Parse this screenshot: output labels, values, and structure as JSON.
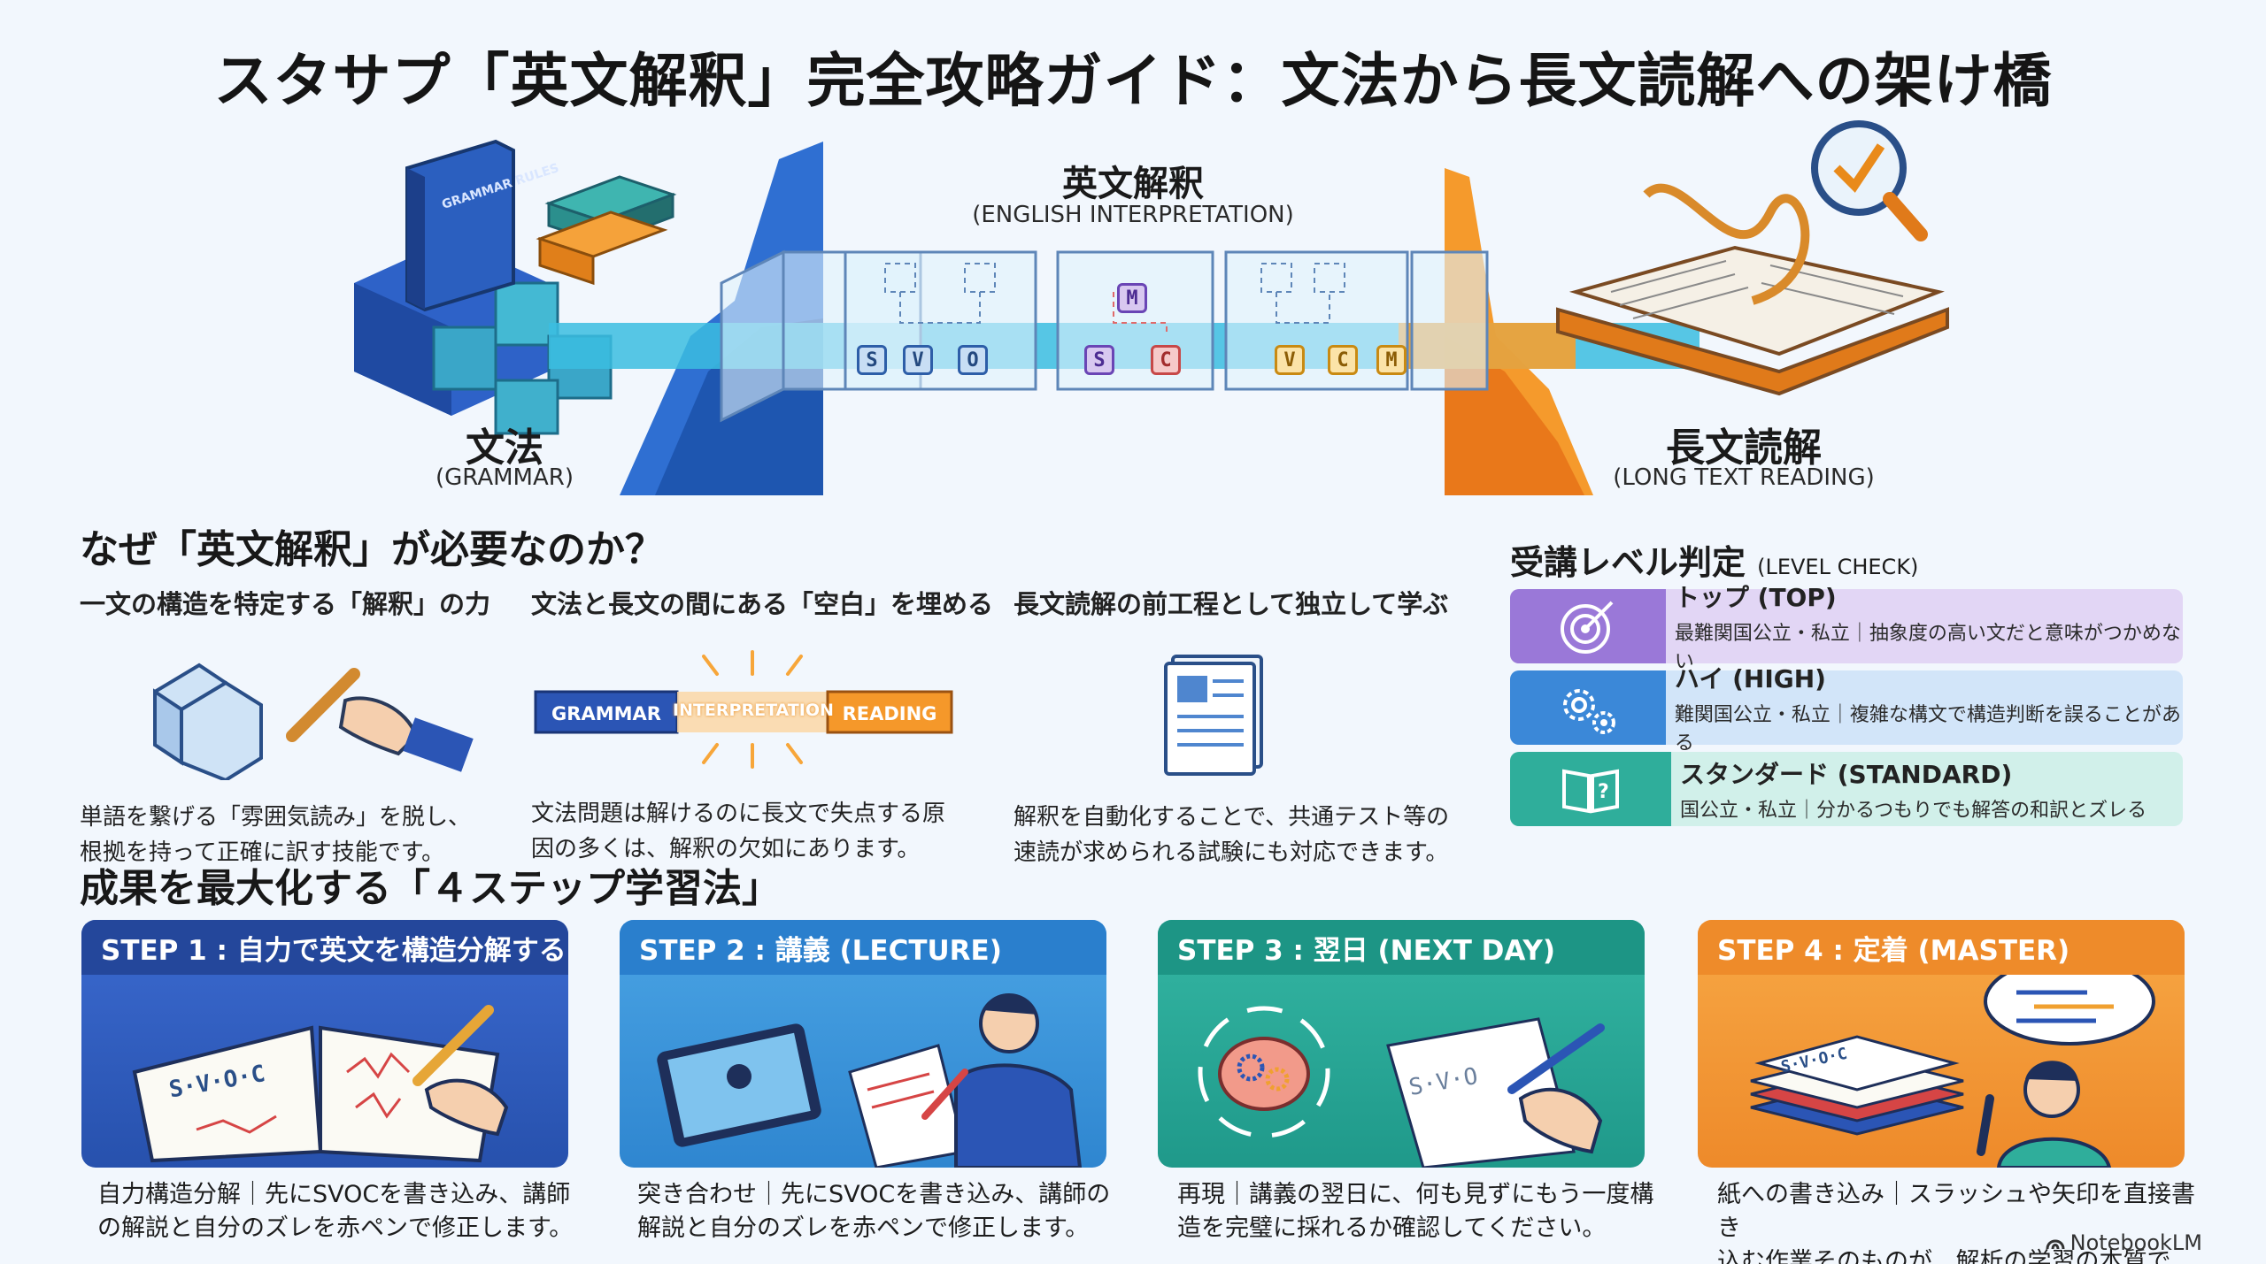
{
  "title": "スタサプ「英文解釈」完全攻略ガイド：文法から長文読解への架け橋",
  "hero": {
    "left_label": "文法",
    "left_sub": "(GRAMMAR)",
    "center_label": "英文解釈",
    "center_sub": "(ENGLISH INTERPRETATION)",
    "right_label": "長文読解",
    "right_sub": "(LONG TEXT READING)",
    "book_spine": "GRAMMAR RULES",
    "chips_1": [
      "S",
      "V",
      "O"
    ],
    "chips_2_top": "M",
    "chips_2": [
      "S",
      "C"
    ],
    "chips_3": [
      "V",
      "C",
      "M"
    ]
  },
  "why": {
    "heading": "なぜ「英文解釈」が必要なのか？",
    "columns": [
      {
        "title": "一文の構造を特定する「解釈」の力",
        "body_line1": "単語を繋げる「雰囲気読み」を脱し、",
        "body_line2": "根拠を持って正確に訳す技能です。",
        "icon": "pen-writing-icon"
      },
      {
        "title": "文法と長文の間にある「空白」を埋める",
        "body_line1": "文法問題は解けるのに長文で失点する原",
        "body_line2": "因の多くは、解釈の欠如にあります。",
        "icon": "bridge-blocks-icon",
        "blocks": [
          "GRAMMAR",
          "INTERPRETATION",
          "READING"
        ]
      },
      {
        "title": "長文読解の前工程として独立して学ぶ",
        "body_line1": "解釈を自動化することで、共通テスト等の",
        "body_line2": "速読が求められる試験にも対応できます。",
        "icon": "document-icon"
      }
    ]
  },
  "level_check": {
    "heading": "受講レベル判定",
    "heading_sub": "(LEVEL CHECK)",
    "levels": [
      {
        "name": "トップ (TOP)",
        "desc": "最難関国公立・私立｜抽象度の高い文だと意味がつかめない",
        "icon": "target-icon",
        "color": "#a98be0",
        "bg": "#e4d8f7"
      },
      {
        "name": "ハイ (HIGH)",
        "desc": "難関国公立・私立｜複雑な構文で構造判断を誤ることがある",
        "icon": "gears-icon",
        "color": "#3f8fe0",
        "bg": "#d3e6fa"
      },
      {
        "name": "スタンダード (STANDARD)",
        "desc": "国公立・私立｜分かるつもりでも解答の和訳とズレる",
        "icon": "open-book-question-icon",
        "color": "#35b7a3",
        "bg": "#d3f1eb"
      }
    ]
  },
  "steps": {
    "heading": "成果を最大化する「４ステップ学習法」",
    "items": [
      {
        "header": "STEP 1 : 自力で英文を構造分解する",
        "body_line1": "自力構造分解｜先にSVOCを書き込み、講師",
        "body_line2": "の解説と自分のズレを赤ペンで修正します。",
        "color": "#2b55b5"
      },
      {
        "header": "STEP 2 : 講義 (LECTURE)",
        "body_line1": "突き合わせ｜先にSVOCを書き込み、講師の",
        "body_line2": "解説と自分のズレを赤ペンで修正します。",
        "color": "#2a8ad6"
      },
      {
        "header": "STEP 3 : 翌日 (NEXT DAY)",
        "body_line1": "再現｜講義の翌日に、何も見ずにもう一度構",
        "body_line2": "造を完璧に採れるか確認してください。",
        "color": "#1f9f8e"
      },
      {
        "header": "STEP 4 : 定着 (MASTER)",
        "body_line1": "紙への書き込み｜スラッシュや矢印を直接書き",
        "body_line2": "込む作業そのものが、解析の学習の本質です。",
        "color": "#f08a28"
      }
    ]
  },
  "footer": {
    "brand": "NotebookLM"
  }
}
